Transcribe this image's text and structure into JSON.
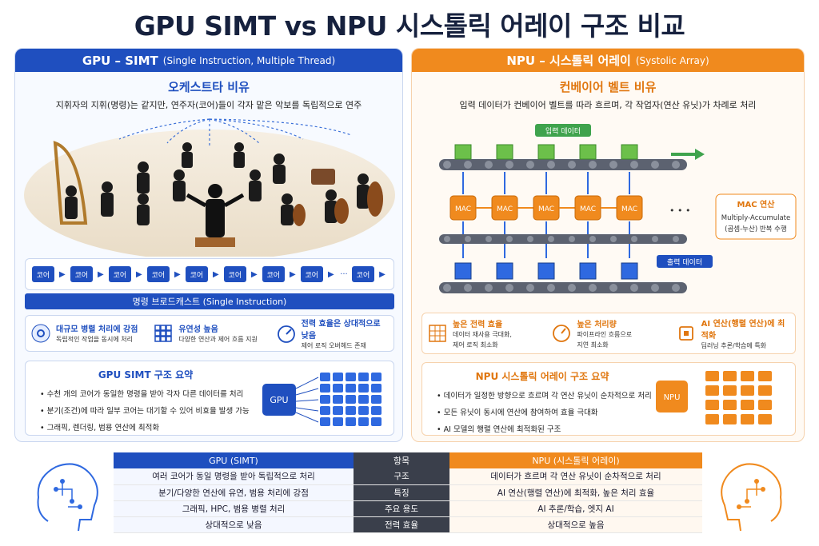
{
  "title": "GPU SIMT vs NPU 시스톨릭 어레이 구조 비교",
  "gpu": {
    "header": "GPU – SIMT",
    "header_sub": "(Single Instruction, Multiple Thread)",
    "metaphor_title": "오케스트타 비유",
    "metaphor_desc": "지휘자의 지휘(명령)는 같지만, 연주자(코어)들이 각자 맡은 악보를 독립적으로 연주",
    "core_label": "코어",
    "core_count": 9,
    "broadcast": "명령 브로드캐스트 (Single Instruction)",
    "features": [
      {
        "icon": "brain-gear-icon",
        "title": "대규모 병렬 처리에 강점",
        "desc": "독립적인 작업을 동시에 처리"
      },
      {
        "icon": "grid-icon",
        "title": "유연성 높음",
        "desc": "다양한 연산과 제어 흐름 지원"
      },
      {
        "icon": "gauge-icon",
        "title": "전력 효율은 상대적으로 낮음",
        "desc": "제어 로직 오버헤드 존재"
      }
    ],
    "summary_title": "GPU SIMT 구조 요약",
    "summary": [
      "수천 개의 코어가 동일한 명령을 받아 각자 다른 데이터를 처리",
      "분기(조건)에 따라 일부 코어는 대기할 수 있어 비효율 발생 가능",
      "그래픽, 렌더링, 범용 연산에 최적화"
    ],
    "chip_label": "GPU"
  },
  "npu": {
    "header": "NPU – 시스톨릭 어레이",
    "header_sub": "(Systolic Array)",
    "metaphor_title": "컨베이어 벨트 비유",
    "metaphor_desc": "입력 데이터가 컨베이어 벨트를 따라 흐르며, 각 작업자(연산 유닛)가 차례로 처리",
    "input_label": "입력 데이터",
    "output_label": "출력 데이터",
    "mac_label": "MAC",
    "mac_count": 5,
    "ellipsis": "• • •",
    "mac_note_title": "MAC 연산",
    "mac_note_line1": "Multiply-Accumulate",
    "mac_note_line2": "(곱셈-누산) 반복 수행",
    "features": [
      {
        "icon": "grid-chip-icon",
        "title": "높은 전력 효율",
        "desc1": "데이터 재사용 극대화,",
        "desc2": "제어 로직 최소화"
      },
      {
        "icon": "speedometer-icon",
        "title": "높은 처리량",
        "desc1": "파이프라인 흐름으로",
        "desc2": "지연 최소화"
      },
      {
        "icon": "ai-chip-icon",
        "title": "AI 연산(행렬 연산)에 최적화",
        "desc1": "딥러닝 추론/학습에 특화",
        "desc2": ""
      }
    ],
    "summary_title": "NPU 시스톨릭 어레이 구조 요약",
    "summary": [
      "데이터가 일정한 방향으로 흐르며 각 연산 유닛이 순차적으로 처리",
      "모든 유닛이 동시에 연산에 참여하여 효율 극대화",
      "AI 모델의 행렬 연산에 최적화된 구조"
    ],
    "chip_label": "NPU"
  },
  "table": {
    "head_gpu": "GPU (SIMT)",
    "head_mid": "항목",
    "head_npu": "NPU (시스톨릭 어레이)",
    "rows": [
      {
        "gpu": "여러 코어가 동일 명령을 받아 독립적으로 처리",
        "item": "구조",
        "npu": "데이터가 흐르며 각 연산 유닛이 순차적으로 처리"
      },
      {
        "gpu": "분기/다양한 연산에 유연, 범용 처리에 강점",
        "item": "특징",
        "npu": "AI 연산(행렬 연산)에 최적화, 높은 처리 효율"
      },
      {
        "gpu": "그래픽, HPC, 범용 병렬 처리",
        "item": "주요 용도",
        "npu": "AI 추론/학습, 엣지 AI"
      },
      {
        "gpu": "상대적으로 낮음",
        "item": "전력 효율",
        "npu": "상대적으로 높음"
      }
    ]
  },
  "colors": {
    "gpu": "#1f4fbf",
    "npu": "#f08a1e",
    "mid": "#3a3f4b"
  }
}
